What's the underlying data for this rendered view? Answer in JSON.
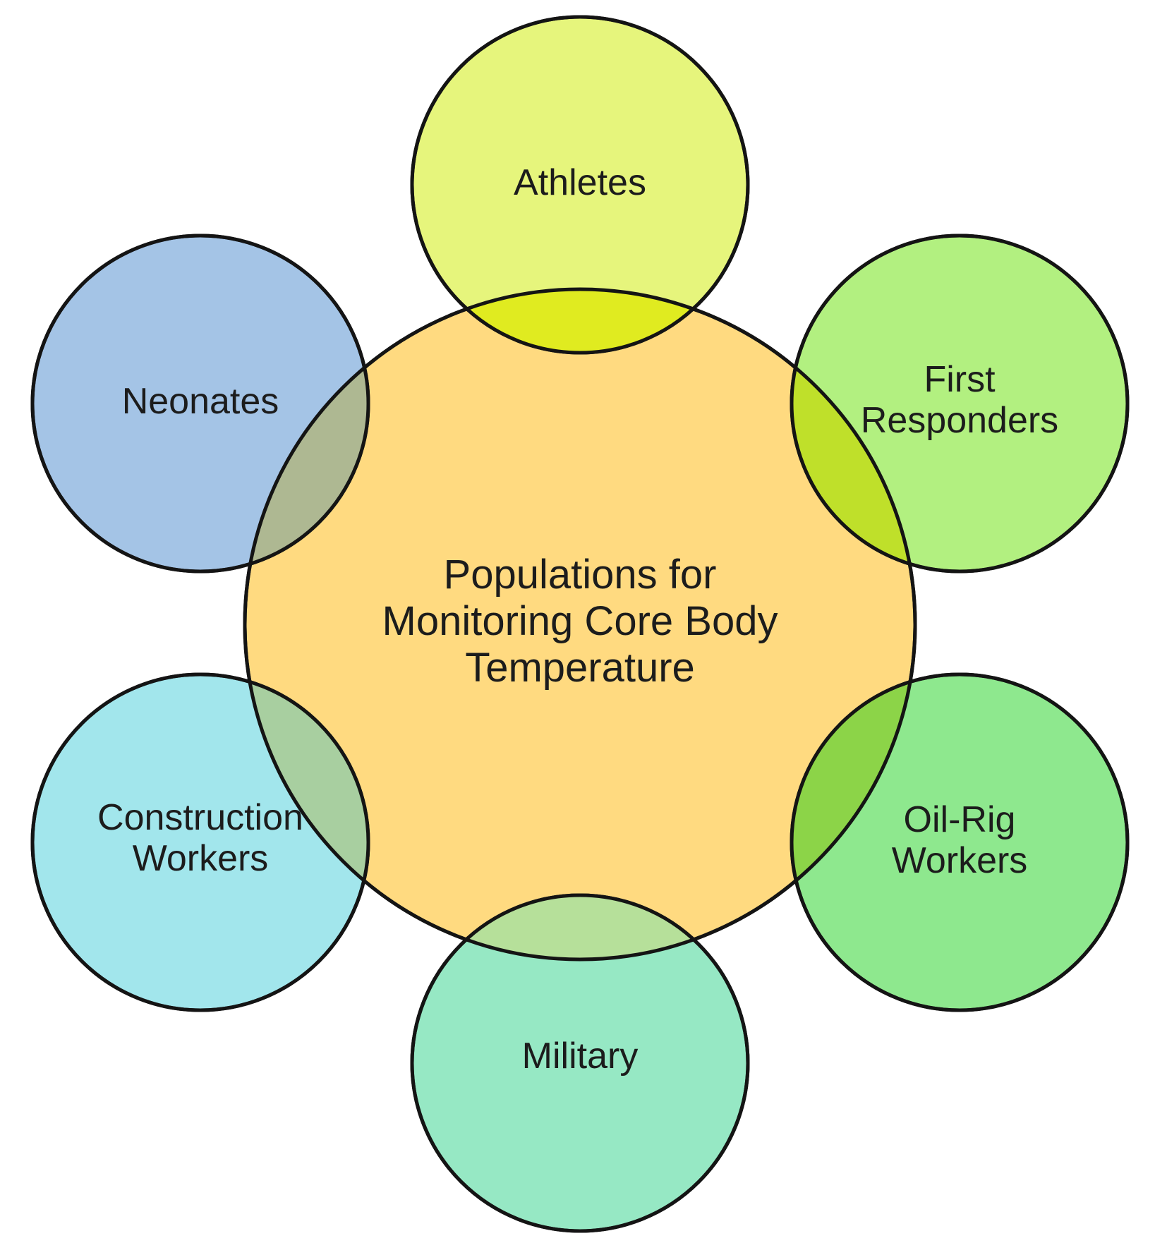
{
  "center": {
    "lines": [
      "Populations for",
      "Monitoring Core Body",
      "Temperature"
    ],
    "color": "#FFDA80"
  },
  "populations": [
    {
      "id": "athletes",
      "lines": [
        "Athletes"
      ],
      "color": "#E6F57C"
    },
    {
      "id": "first-responders",
      "lines": [
        "First",
        "Responders"
      ],
      "color": "#B2F080"
    },
    {
      "id": "oil-rig-workers",
      "lines": [
        "Oil-Rig",
        "Workers"
      ],
      "color": "#8EE88E"
    },
    {
      "id": "military",
      "lines": [
        "Military"
      ],
      "color": "#96E8C4"
    },
    {
      "id": "construction-workers",
      "lines": [
        "Construction",
        "Workers"
      ],
      "color": "#A2E6EC"
    },
    {
      "id": "neonates",
      "lines": [
        "Neonates"
      ],
      "color": "#A4C4E6"
    }
  ],
  "overlap_colors": {
    "athletes": "#E0EB20",
    "first-responders": "#BFE02A",
    "oil-rig-workers": "#8CD448",
    "military": "#B6E09A",
    "construction-workers": "#A8CFA0",
    "neonates": "#AEB892"
  }
}
